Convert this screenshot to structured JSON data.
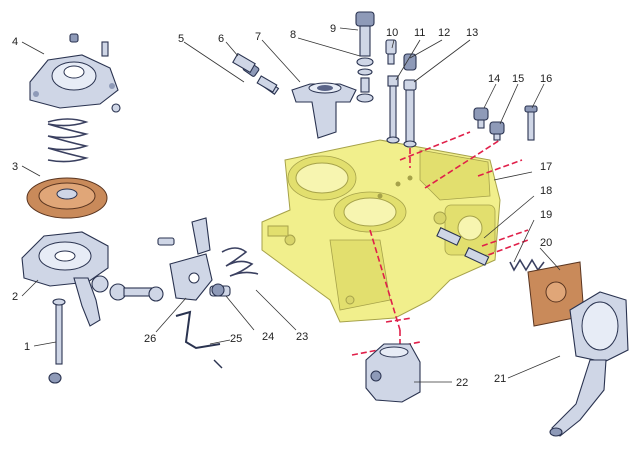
{
  "diagram": {
    "callouts": [
      "1",
      "2",
      "3",
      "4",
      "5",
      "6",
      "7",
      "8",
      "9",
      "10",
      "11",
      "12",
      "13",
      "14",
      "15",
      "16",
      "17",
      "18",
      "19",
      "20",
      "21",
      "22",
      "23",
      "24",
      "25",
      "26"
    ]
  },
  "colors": {
    "body": "#f1ef8c",
    "metal": "#cfd6e6",
    "gasket": "#c98a5a",
    "guide_lines": "#e0204a"
  }
}
